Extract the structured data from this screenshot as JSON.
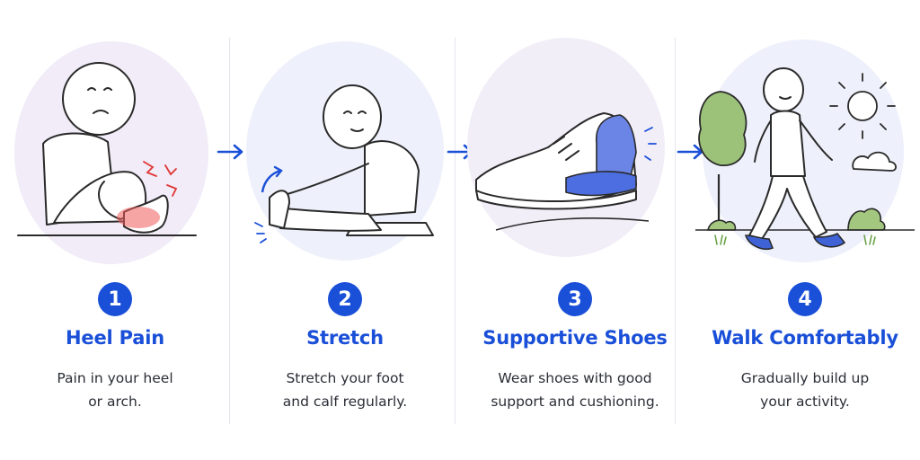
{
  "accent_color": "#1a4fd8",
  "steps": [
    {
      "number": "1",
      "title": "Heel Pain",
      "description": "Pain in your heel\nor arch."
    },
    {
      "number": "2",
      "title": "Stretch",
      "description": "Stretch your foot\nand calf regularly."
    },
    {
      "number": "3",
      "title": "Supportive Shoes",
      "description": "Wear shoes with good\nsupport and cushioning."
    },
    {
      "number": "4",
      "title": "Walk Comfortably",
      "description": "Gradually build up\nyour activity."
    }
  ],
  "icons": [
    "right-arrow-icon",
    "sun-icon",
    "cloud-icon",
    "tree-icon"
  ]
}
